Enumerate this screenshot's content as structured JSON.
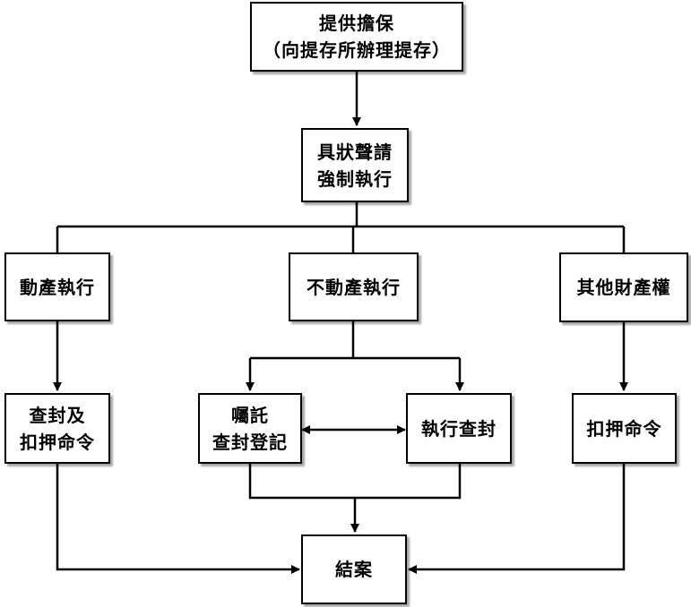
{
  "nodes": {
    "provide_security": {
      "lines": [
        "提供擔保",
        "（向提存所辦理提存）"
      ]
    },
    "petition": {
      "lines": [
        "具狀聲請",
        "強制執行"
      ]
    },
    "movable": {
      "lines": [
        "動產執行"
      ]
    },
    "immovable": {
      "lines": [
        "不動產執行"
      ]
    },
    "other_property": {
      "lines": [
        "其他財產權"
      ]
    },
    "seize_order": {
      "lines": [
        "查封及",
        "扣押命令"
      ]
    },
    "entrust_registration": {
      "lines": [
        "囑託",
        "查封登記"
      ]
    },
    "execute_seizure": {
      "lines": [
        "執行查封"
      ]
    },
    "garnish_order": {
      "lines": [
        "扣押命令"
      ]
    },
    "closed": {
      "lines": [
        "結案"
      ]
    }
  },
  "colors": {
    "stroke": "#000000",
    "background": "#ffffff"
  }
}
